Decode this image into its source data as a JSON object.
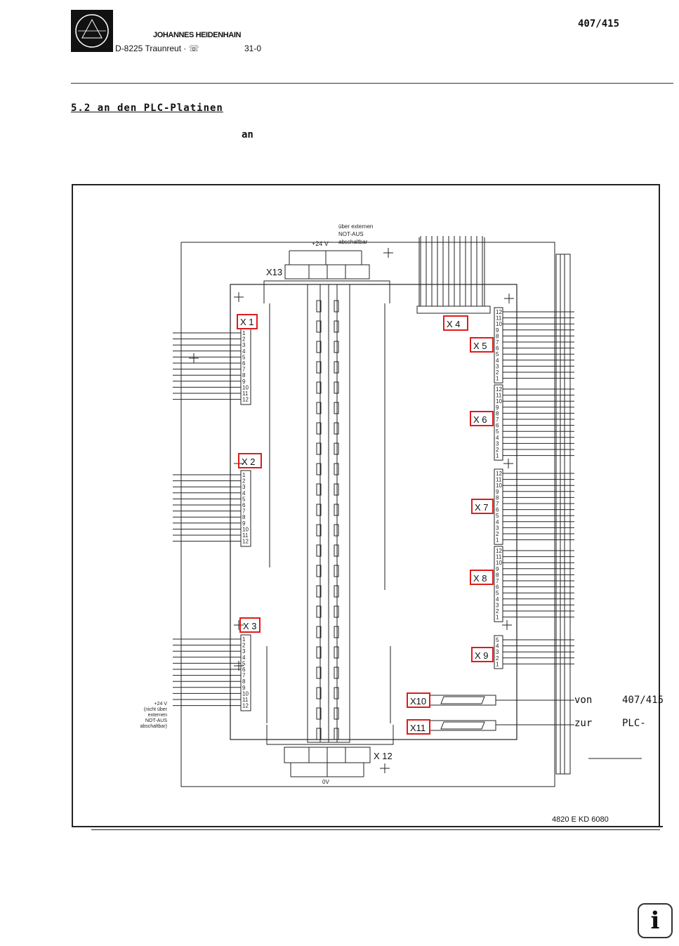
{
  "header": {
    "company": "JOHANNES HEIDENHAIN",
    "address": "D-8225 Traunreut · ☏",
    "phone": "31-0",
    "doc_number": "407/415",
    "logo_icon": "heidenhain-logo-icon"
  },
  "section": {
    "title": "5.2 an den PLC-Platinen",
    "word": "an"
  },
  "diagram": {
    "top_note": [
      "über externen",
      "NOT-AUS",
      "abschaltbar"
    ],
    "top_voltage": "+24 V",
    "bottom_voltage": "0V",
    "left_note": [
      "+24 V",
      "(nicht über",
      "externen",
      "NOT-AUS",
      "abschaltbar)"
    ],
    "connectors": {
      "x1": "X 1",
      "x2": "X 2",
      "x3": "X 3",
      "x4": "X 4",
      "x5": "X 5",
      "x6": "X 6",
      "x7": "X 7",
      "x8": "X 8",
      "x9": "X 9",
      "x10": "X10",
      "x11": "X11",
      "x12": "X 12",
      "x13": "X13"
    },
    "pins12": [
      "1",
      "2",
      "3",
      "4",
      "5",
      "6",
      "7",
      "8",
      "9",
      "10",
      "11",
      "12"
    ],
    "pins5": [
      "1",
      "2",
      "3",
      "4",
      "5"
    ],
    "x10_label": "von",
    "x10_value": "407/415",
    "x11_label": "zur",
    "x11_value": "PLC-",
    "drawing_number": "4820 E KD 6080",
    "highlight_color": "#e01b1b"
  },
  "footer": {
    "info_label": "i",
    "info_icon": "info-icon"
  }
}
